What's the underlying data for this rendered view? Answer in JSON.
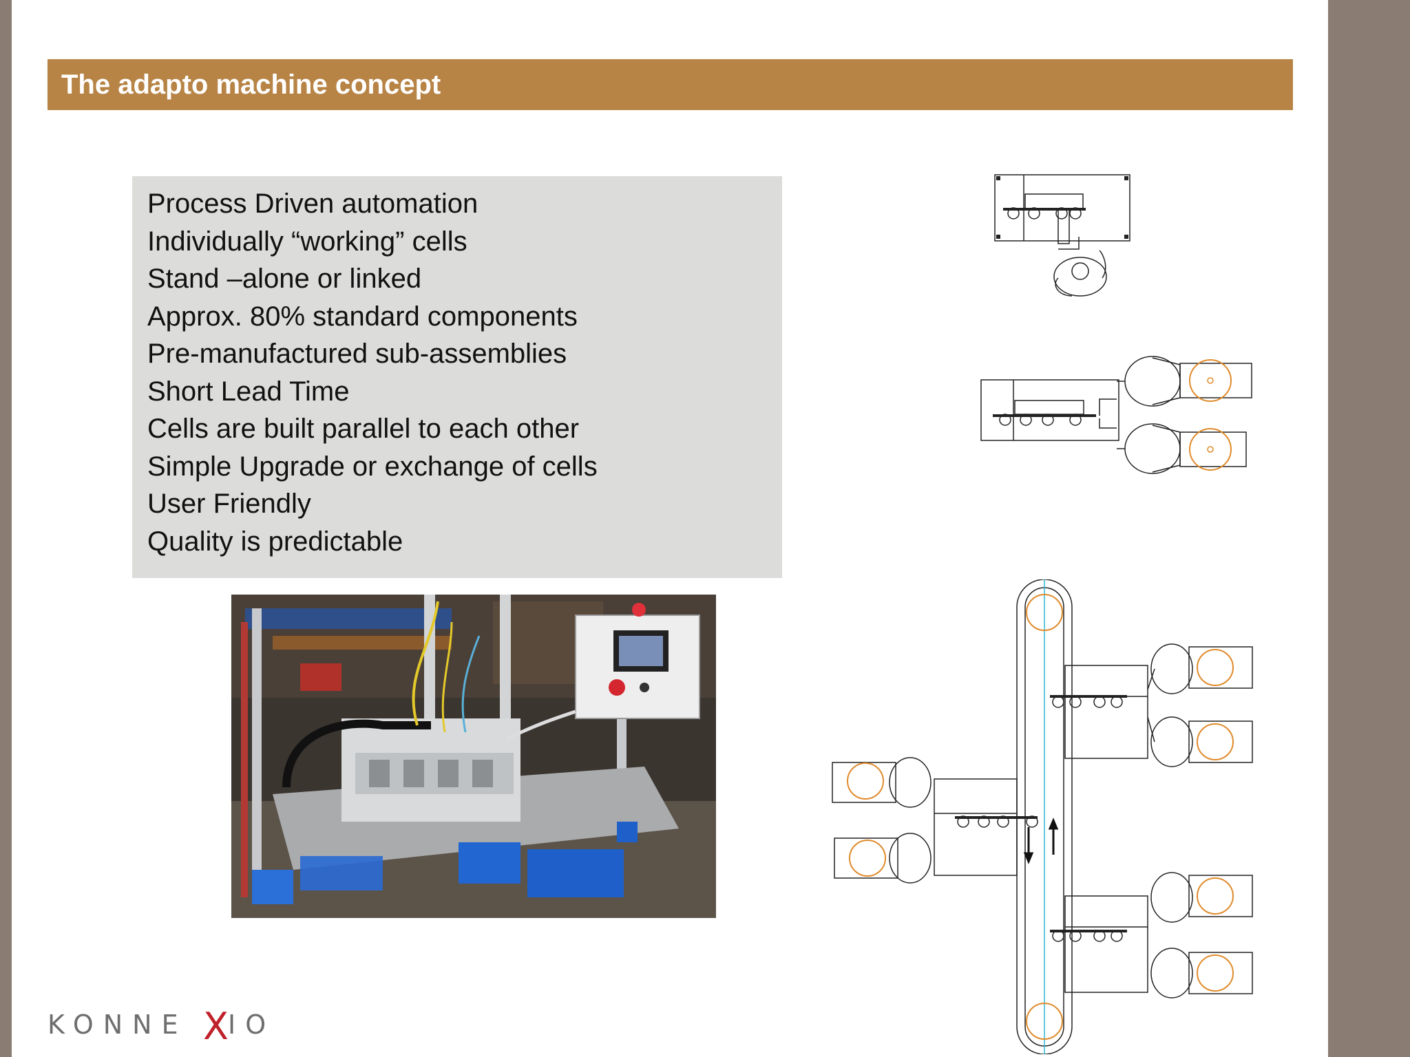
{
  "slide": {
    "title": "The adapto machine concept",
    "bullets": [
      "Process Driven automation",
      "Individually “working” cells",
      "Stand –alone or linked",
      "Approx. 80% standard components",
      "Pre-manufactured sub-assemblies",
      "Short Lead Time",
      "Cells are built parallel to each other",
      "Simple Upgrade or exchange of cells",
      "User Friendly",
      "Quality is predictable"
    ]
  },
  "logo": {
    "left": "KONNE",
    "mark": "X",
    "right": "IO"
  },
  "colors": {
    "title_bar": "#b78446",
    "bullet_box": "#dcdcdb",
    "frame": "#8a7c72",
    "logo_accent": "#c0202a",
    "diagram_orange": "#e08a2a"
  },
  "icons": [
    "machine-photo",
    "single-cell-diagram",
    "double-cell-diagram",
    "linked-line-diagram"
  ]
}
